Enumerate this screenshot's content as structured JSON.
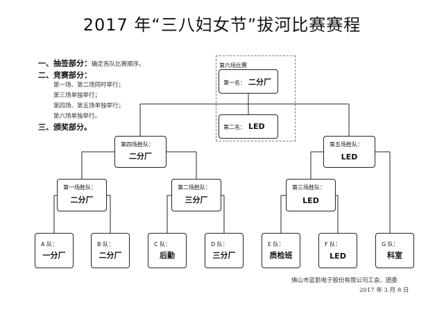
{
  "title": "2017 年“三八妇女节”拔河比赛赛程",
  "notes": {
    "draw_head": "一、抽签部分：",
    "draw_hint": "确定各队比赛顺序。",
    "match_head": "二、竞赛部分：",
    "match_lines": [
      "第一场、第二场同时举行；",
      "第三场单独举行；",
      "第四场、第五场单独举行；",
      "第六场单独举行。"
    ],
    "award_head": "三、颁奖部分。"
  },
  "final": {
    "label": "第六场比赛",
    "first_label": "第一名：",
    "first_value": "二分厂",
    "second_label": "第二名：",
    "second_value": "LED"
  },
  "winners": {
    "m4": {
      "label": "第四场胜队：",
      "value": "二分厂"
    },
    "m5": {
      "label": "第五场胜队：",
      "value": "LED"
    },
    "m1": {
      "label": "第一场胜队：",
      "value": "二分厂"
    },
    "m2": {
      "label": "第二场胜队：",
      "value": "三分厂"
    },
    "m3": {
      "label": "第三场胜队：",
      "value": "LED"
    }
  },
  "teams": [
    {
      "label": "A 队：",
      "value": "一分厂"
    },
    {
      "label": "B 队：",
      "value": "二分厂"
    },
    {
      "label": "C 队：",
      "value": "后勤"
    },
    {
      "label": "D 队：",
      "value": "三分厂"
    },
    {
      "label": "E 队：",
      "value": "质检班"
    },
    {
      "label": "F 队：",
      "value": "LED"
    },
    {
      "label": "G 队：",
      "value": "科室"
    }
  ],
  "footer": {
    "org": "佛山市蓝箭电子股份有限公司工会、团委",
    "date": "2017 年 3 月 8 日"
  }
}
